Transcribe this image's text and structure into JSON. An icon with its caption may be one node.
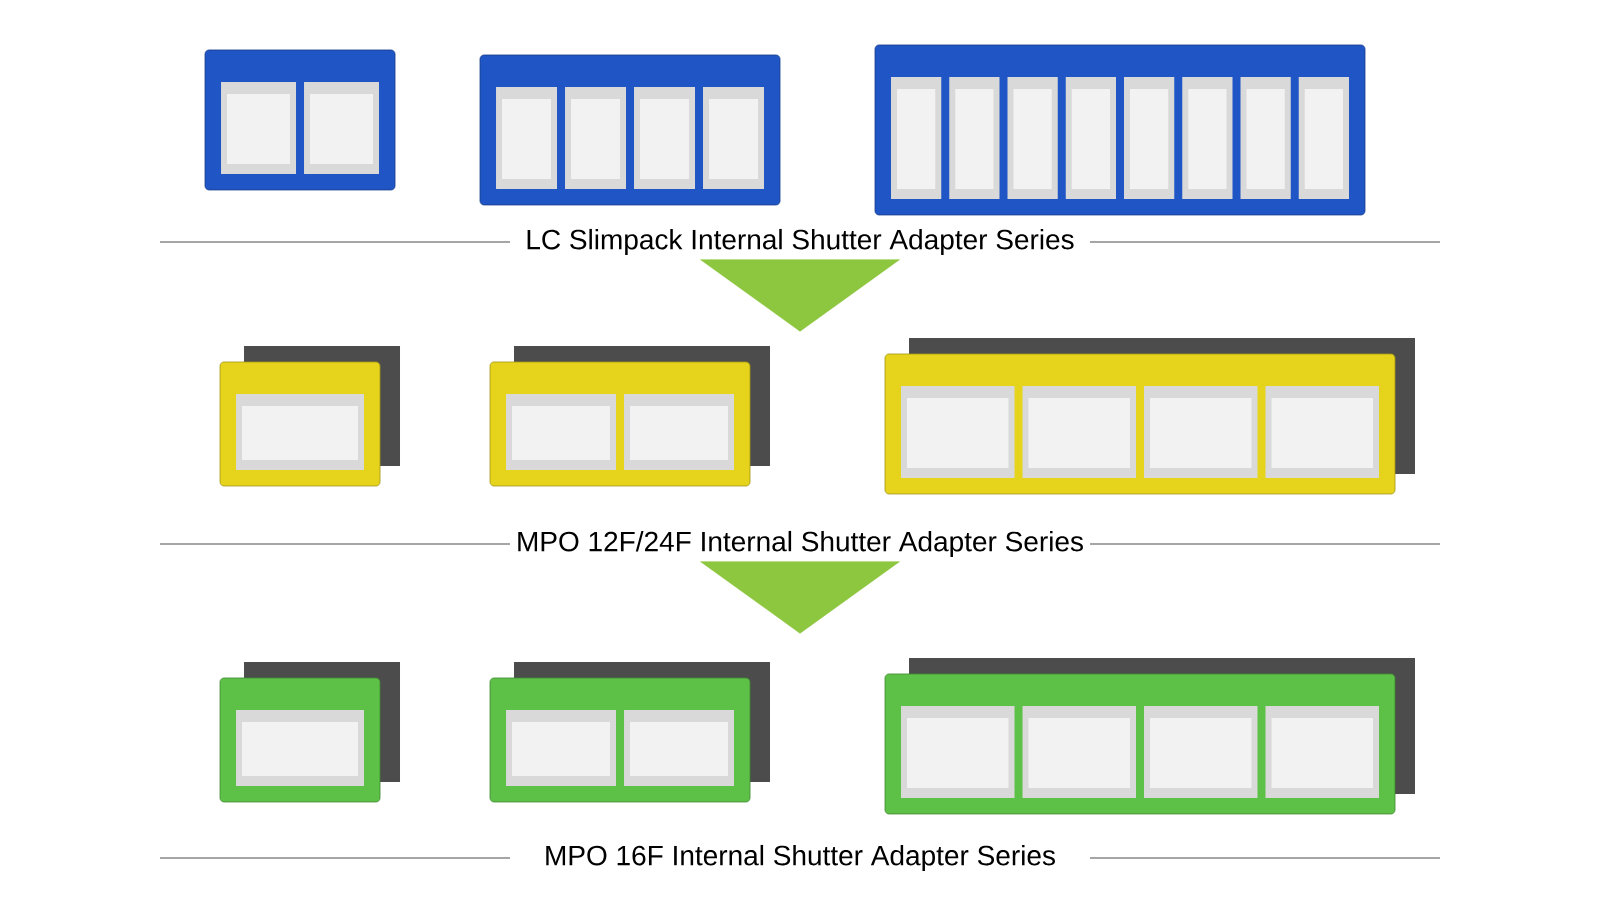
{
  "diagram": {
    "nodes": [
      {
        "text": [],
        "shape": "picture"
      },
      {
        "text": [],
        "shape": "picture"
      },
      {
        "text": [],
        "shape": "picture"
      },
      {
        "text": [
          "LC Slimpack Internal Shutter Adapter Series"
        ]
      },
      {
        "text": [],
        "shape": "picture"
      },
      {
        "text": [],
        "shape": "picture"
      },
      {
        "text": [],
        "shape": "picture"
      },
      {
        "text": [
          "MPO 12F/24F Internal Shutter Adapter Series"
        ]
      },
      {
        "text": [],
        "shape": "picture"
      },
      {
        "text": [],
        "shape": "picture"
      },
      {
        "text": [],
        "shape": "picture"
      },
      {
        "text": [
          "MPO 16F Internal Shutter Adapter Series"
        ]
      }
    ],
    "edges": [
      {
        "from": 3,
        "to": null,
        "arrow": "to"
      },
      {
        "from": 7,
        "to": null,
        "arrow": "to"
      }
    ]
  }
}
